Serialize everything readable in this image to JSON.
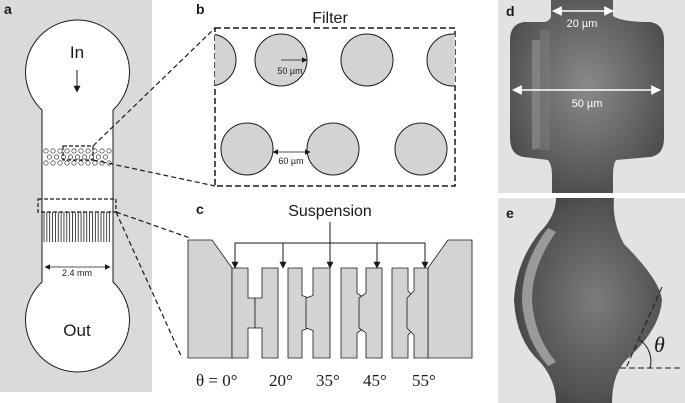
{
  "panels": {
    "a": {
      "label": "a",
      "inlet_text": "In",
      "outlet_text": "Out",
      "width_text": "2.4 mm"
    },
    "b": {
      "label": "b",
      "title": "Filter",
      "pillar_diameter_text": "50 µm",
      "gap_text": "60 µm"
    },
    "c": {
      "label": "c",
      "title": "Suspension",
      "angles": [
        "θ = 0°",
        "20°",
        "35°",
        "45°",
        "55°"
      ],
      "angle_values_deg": [
        0,
        20,
        35,
        45,
        55
      ]
    },
    "d": {
      "label": "d",
      "narrow_text": "20 µm",
      "wide_text": "50 µm"
    },
    "e": {
      "label": "e",
      "theta_text": "θ"
    }
  },
  "colors": {
    "panel_gray": "#dadada",
    "pillar_gray": "#d3d3d3",
    "sem_light": "#e2e2e2",
    "sem_dark": "#6a6a6a",
    "ink": "#1a1a1a"
  }
}
